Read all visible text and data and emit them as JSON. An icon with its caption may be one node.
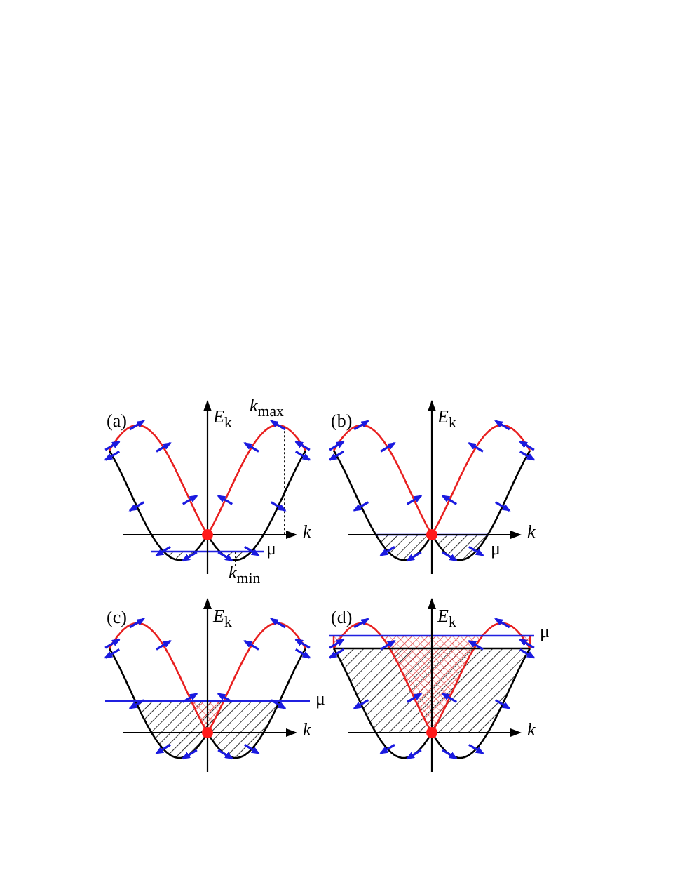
{
  "diagram": {
    "labels": [
      "(a)",
      "*E*$_{k}$",
      "*k*$_{max}$",
      "*k*",
      "μ",
      "*k*$_{min}$",
      "(b)",
      "*E*$_{k}$",
      "*k*",
      "μ",
      "(c)",
      "*E*$_{k}$",
      "μ",
      "*k*",
      "(d)",
      "*E*$_{k}$",
      "μ",
      "*k*"
    ]
  }
}
